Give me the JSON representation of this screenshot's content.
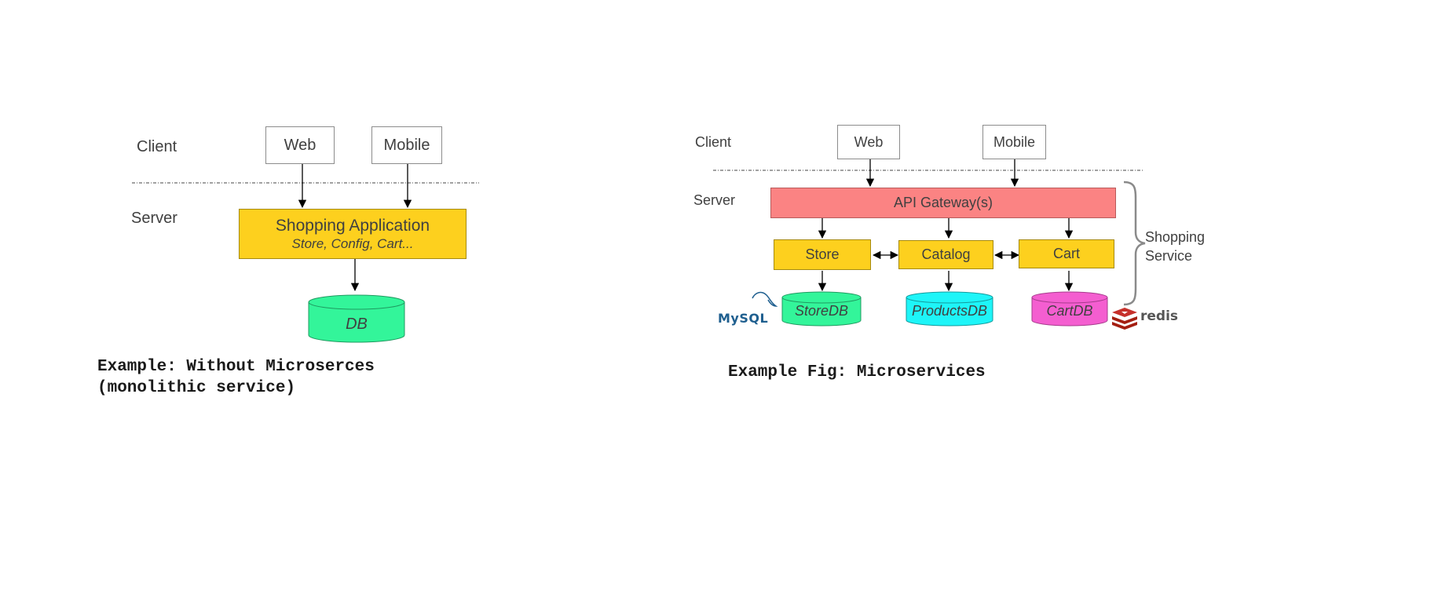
{
  "left": {
    "client_label": "Client",
    "server_label": "Server",
    "web": "Web",
    "mobile": "Mobile",
    "app_title": "Shopping Application",
    "app_subtitle": "Store, Config, Cart...",
    "db": "DB",
    "caption_line1": "Example: Without Microserces",
    "caption_line2": "(monolithic service)"
  },
  "right": {
    "client_label": "Client",
    "server_label": "Server",
    "web": "Web",
    "mobile": "Mobile",
    "gateway": "API Gateway(s)",
    "store": "Store",
    "catalog": "Catalog",
    "cart": "Cart",
    "store_db": "StoreDB",
    "products_db": "ProductsDB",
    "cart_db": "CartDB",
    "brace_label_line1": "Shopping",
    "brace_label_line2": "Service",
    "mysql_logo": "MySQL",
    "redis_logo": "redis",
    "caption": "Example Fig: Microservices"
  },
  "colors": {
    "yellow": "#fdd01e",
    "gateway_red": "#fb8383",
    "db_green": "#33f59a",
    "db_cyan": "#1ef5f8",
    "db_pink": "#f45ed0",
    "mysql_blue": "#1f5f8f",
    "mysql_orange": "#e48e00",
    "redis_red": "#c6302b"
  }
}
